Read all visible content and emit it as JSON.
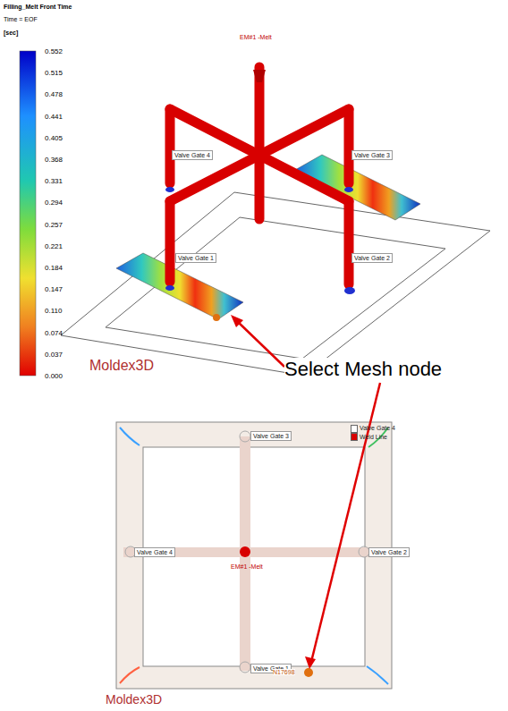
{
  "diagram": {
    "nodes": [
      {
        "text": [
          "Valve Gate 4"
        ]
      },
      {
        "text": [
          "Valve Gate 3"
        ]
      },
      {
        "text": [
          "Valve Gate 1"
        ]
      },
      {
        "text": [
          "Valve Gate 2"
        ]
      },
      {
        "text": [
          "Valve Gate 3"
        ]
      },
      {
        "text": [
          "Valve Gate 4"
        ]
      },
      {
        "text": [
          "Valve Gate 2"
        ]
      },
      {
        "text": [
          "Valve Gate 1"
        ]
      }
    ],
    "labels": [
      "Filling_Melt Front Time",
      "Time = EOF",
      "[sec]",
      "0.552",
      "0.515",
      "0.478",
      "0.441",
      "0.405",
      "0.368",
      "0.331",
      "0.294",
      "0.257",
      "0.221",
      "0.184",
      "0.147",
      "0.110",
      "0.074",
      "0.037",
      "0.000",
      "EM#1 -Melt",
      "Moldex3D",
      "Select Mesh node",
      "EM#1 -Melt",
      "N17698",
      "Moldex3D"
    ],
    "legend": [
      {
        "text": "Valve Gate 4",
        "color": "#ffffff"
      },
      {
        "text": "Weld Line",
        "color": "#d80000"
      }
    ]
  }
}
